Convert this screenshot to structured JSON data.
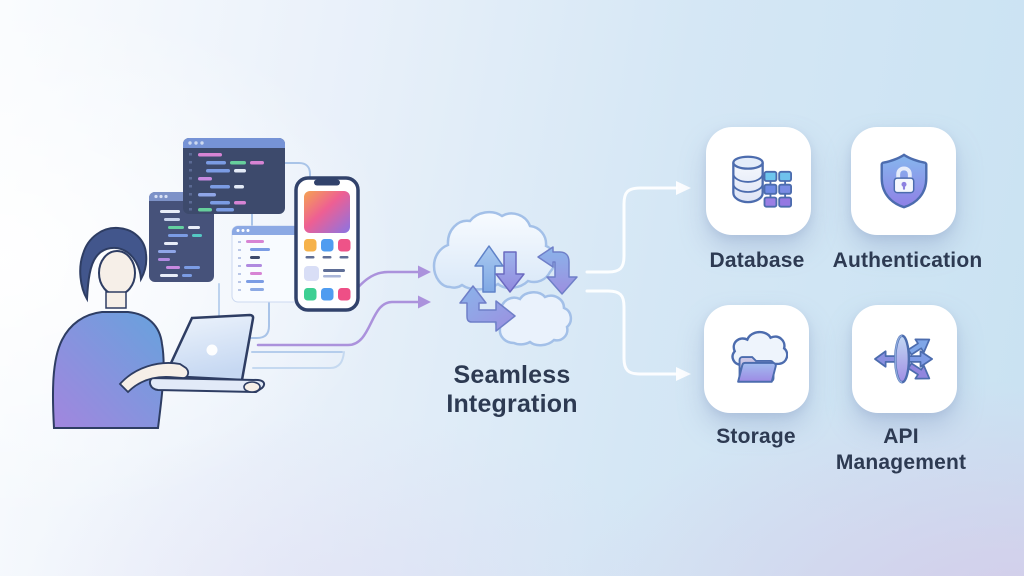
{
  "diagram": {
    "title_line1": "Seamless",
    "title_line2": "Integration"
  },
  "services": {
    "database": {
      "label": "Database",
      "icon": "database-icon"
    },
    "authentication": {
      "label": "Authentication",
      "icon": "shield-lock-icon"
    },
    "storage": {
      "label": "Storage",
      "icon": "cloud-folder-icon"
    },
    "api_management": {
      "label": "API Management",
      "icon": "api-branch-icon"
    }
  },
  "illustration": {
    "person": "developer-with-laptop",
    "devices": [
      "dark-code-window",
      "dark-code-window",
      "light-browser-window",
      "smartphone-app-screen"
    ],
    "center_icon": "cloud-sync-icon"
  },
  "colors": {
    "accent_blue": "#7fa8e4",
    "accent_purple": "#9b8ce2",
    "text": "#2d3a52",
    "card_background": "#ffffff",
    "background_top_left": "#f9fbfe",
    "background_right": "#c9e2f2",
    "background_bottom_right": "#d7d0e8",
    "code_window_dark": "#3d4a6c",
    "code_pink": "#d784d4",
    "code_green": "#66cf9c",
    "code_blue": "#7b9ce4"
  }
}
